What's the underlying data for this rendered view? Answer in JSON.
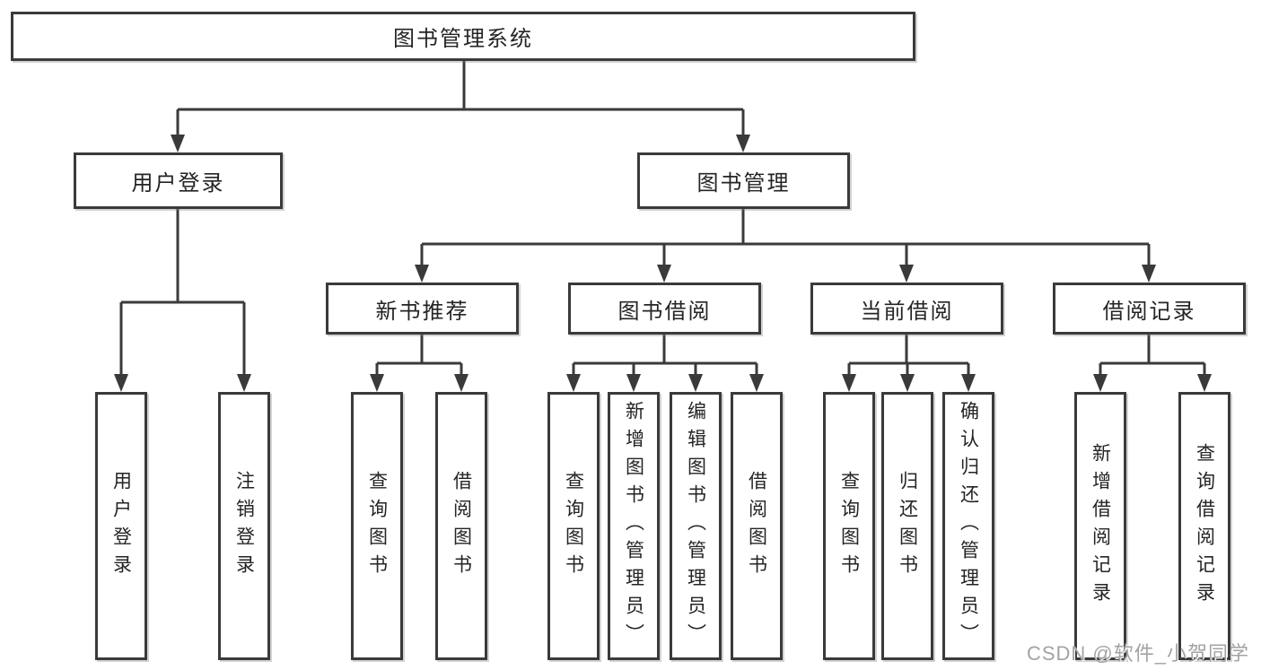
{
  "colors": {
    "line": "#3a3a3a",
    "box_border": "#3a3a3a",
    "text": "#242424",
    "watermark": "#a3a3a3",
    "background": "#ffffff"
  },
  "tree": {
    "root_label": "图书管理系统",
    "branches": [
      {
        "label": "用户登录",
        "children": [
          "用户登录",
          "注销登录"
        ]
      },
      {
        "label": "图书管理",
        "groups": [
          {
            "label": "新书推荐",
            "children": [
              "查询图书",
              "借阅图书"
            ]
          },
          {
            "label": "图书借阅",
            "children": [
              "查询图书",
              "新增图书（管理员）",
              "编辑图书（管理员）",
              "借阅图书"
            ]
          },
          {
            "label": "当前借阅",
            "children": [
              "查询图书",
              "归还图书",
              "确认归还（管理员）"
            ]
          },
          {
            "label": "借阅记录",
            "children": [
              "新增借阅记录",
              "查询借阅记录"
            ]
          }
        ]
      }
    ]
  },
  "watermark": "CSDN @软件_小贺同学"
}
